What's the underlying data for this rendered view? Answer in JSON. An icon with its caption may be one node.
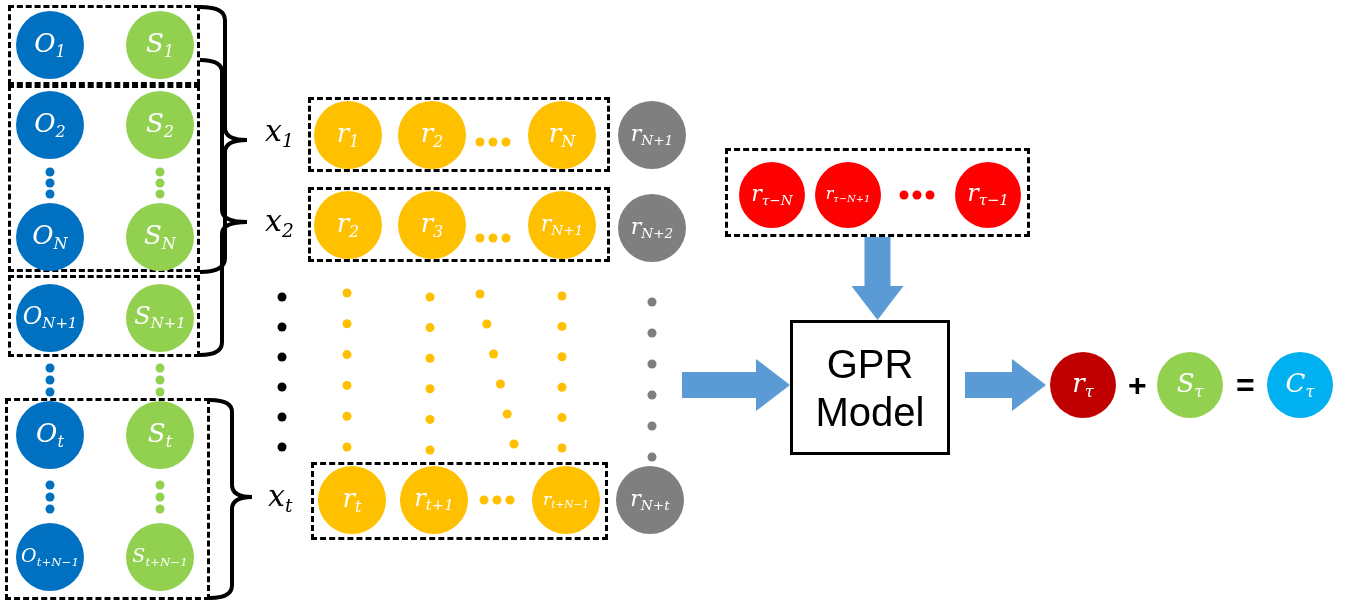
{
  "diagram": {
    "nodes": [
      {
        "text": [],
        "shape": "box"
      },
      {
        "text": [
          "O$_{1}$"
        ],
        "in": 0
      },
      {
        "text": [
          "S$_{1}$"
        ],
        "in": 0
      },
      {
        "text": [],
        "shape": "box"
      },
      {
        "text": [
          "O$_{2}$"
        ],
        "in": 3
      },
      {
        "text": [
          "S$_{2}$"
        ],
        "in": 3
      },
      {
        "text": [
          "O$_{N}$"
        ],
        "in": 3
      },
      {
        "text": [
          "S$_{N}$"
        ],
        "in": 3
      },
      {
        "text": [],
        "shape": "box"
      },
      {
        "text": [
          "O$_{N+1}$"
        ],
        "in": 8
      },
      {
        "text": [
          "S$_{N+1}$"
        ],
        "in": 8
      },
      {
        "text": [],
        "shape": "box"
      },
      {
        "text": [
          "O$_{t}$"
        ],
        "in": 11
      },
      {
        "text": [
          "S$_{t}$"
        ],
        "in": 11
      },
      {
        "text": [
          "O$_{t+N−1}$"
        ],
        "in": 11
      },
      {
        "text": [
          "S$_{t+N−1}$"
        ],
        "in": 11
      },
      {
        "text": [
          "x$_{1}$"
        ]
      },
      {
        "text": [
          "r$_{1}$"
        ],
        "in": 16
      },
      {
        "text": [
          "r$_{2}$"
        ],
        "in": 16
      },
      {
        "text": [
          "r$_{N}$"
        ],
        "in": 16
      },
      {
        "text": [
          "r$_{N+1}$"
        ]
      },
      {
        "text": [
          "x$_{2}$"
        ]
      },
      {
        "text": [
          "r$_{2}$"
        ],
        "in": 21
      },
      {
        "text": [
          "r$_{3}$"
        ],
        "in": 21
      },
      {
        "text": [
          "r$_{N+1}$"
        ],
        "in": 21
      },
      {
        "text": [
          "r$_{N+2}$"
        ]
      },
      {
        "text": [
          "x$_{t}$"
        ]
      },
      {
        "text": [
          "r$_{t}$"
        ],
        "in": 26
      },
      {
        "text": [
          "r$_{t+1}$"
        ],
        "in": 26
      },
      {
        "text": [
          "r$_{t+N−1}$"
        ],
        "in": 26
      },
      {
        "text": [
          "r$_{N+t}$"
        ]
      },
      {
        "text": [],
        "shape": "box"
      },
      {
        "text": [
          "r$_{τ−N}$"
        ],
        "in": 31
      },
      {
        "text": [
          "r$_{τ−N+1}$"
        ],
        "in": 31
      },
      {
        "text": [
          "r$_{τ−1}$"
        ],
        "in": 31
      },
      {
        "text": [
          "GPR Model"
        ]
      },
      {
        "text": [
          "r$_{τ}$"
        ]
      },
      {
        "text": [
          "S$_{τ}$"
        ]
      },
      {
        "text": [
          "C$_{τ}$"
        ]
      }
    ],
    "edges": [
      {
        "from": null,
        "to": 35,
        "arrow": "to"
      },
      {
        "from": 31,
        "to": 35,
        "arrow": "to"
      },
      {
        "from": 35,
        "to": 36,
        "arrow": "to"
      }
    ],
    "labels": [
      "+",
      "="
    ]
  }
}
